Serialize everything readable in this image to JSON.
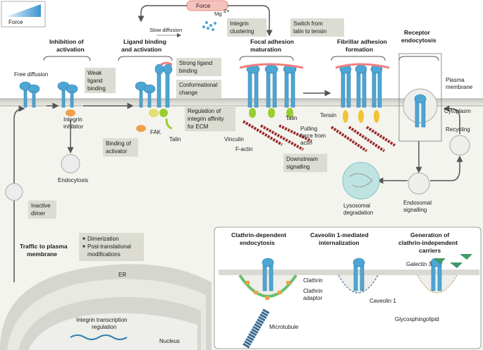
{
  "legend": {
    "label": "Force"
  },
  "top_force": {
    "label": "Force",
    "mg": "Mg",
    "mg_sup": "2+",
    "slow_diffusion": "Slow diffusion"
  },
  "stage_headers": {
    "inhibition": [
      "Inhibition of",
      "activation"
    ],
    "ligand": [
      "Ligand binding",
      "and activation"
    ],
    "focal": [
      "Focal adhesion",
      "maturation"
    ],
    "fibrillar": [
      "Fibrillar adhesion",
      "formation"
    ],
    "receptor": [
      "Receptor",
      "endocytosis"
    ]
  },
  "callouts": {
    "integrin_clustering": [
      "Integrin",
      "clustering"
    ],
    "switch": [
      "Switch from",
      "talin to tensin"
    ],
    "weak": [
      "Weak",
      "ligand",
      "binding"
    ],
    "strong": [
      "Strong ligand",
      "binding"
    ],
    "conformational": [
      "Conformational",
      "change"
    ],
    "regulation": [
      "Regulation of",
      "integrin affinity",
      "for ECM"
    ],
    "activator": [
      "Binding of",
      "activator"
    ],
    "downstream": [
      "Downstream",
      "signalling"
    ],
    "inactive": [
      "Inactive",
      "dimer"
    ],
    "traffic_bullets": [
      "Dimerization",
      "Post-translational",
      "modifications"
    ]
  },
  "labels": {
    "free_diffusion": "Free diffusion",
    "integrin_inhibitor": [
      "Integrin",
      "inhibitor"
    ],
    "fak": "FAK",
    "talin": "Talin",
    "talin2": "Talin",
    "vinculin": "Vinculin",
    "factin": "F-actin",
    "pulling": [
      "Pulling",
      "force from",
      "actin"
    ],
    "tensin": "Tensin",
    "plasma_membrane": [
      "Plasma",
      "membrane"
    ],
    "cytoplasm": "Cytoplasm",
    "recycling": "Recycling",
    "endocytosis": "Endocytosis",
    "lysosomal": [
      "Lysosomal",
      "degradation"
    ],
    "endosomal": [
      "Endosomal",
      "signalling"
    ],
    "traffic": [
      "Traffic to plasma",
      "membrane"
    ],
    "er": "ER",
    "transcription": [
      "Integrin transcription",
      "regulation"
    ],
    "nucleus": "Nucleus"
  },
  "bottom_panel": {
    "clathrin_title": [
      "Clathrin-dependent",
      "endocytosis"
    ],
    "caveolin_title": [
      "Caveolin 1-mediated",
      "internalization"
    ],
    "carriers_title": [
      "Generation of",
      "clathrin-independent",
      "carriers"
    ],
    "clathrin": "Clathrin",
    "clathrin_adaptor": [
      "Clathrin",
      "adaptor"
    ],
    "microtubule": "Microtubule",
    "caveolin1": "Caveolin 1",
    "galectin3": "Galectin 3",
    "glyco": "Glycosphingolipid"
  },
  "colors": {
    "integrin": "#4ea6d4",
    "integrin_dark": "#2f7fad",
    "membrane": "#d9d9d4",
    "ligand": "#f07f7f",
    "talin": "#9acd32",
    "tensin": "#f1c232",
    "actin": "#9a2b2b",
    "inhibitor": "#f0a04b",
    "callout": "#dcdcd3"
  }
}
